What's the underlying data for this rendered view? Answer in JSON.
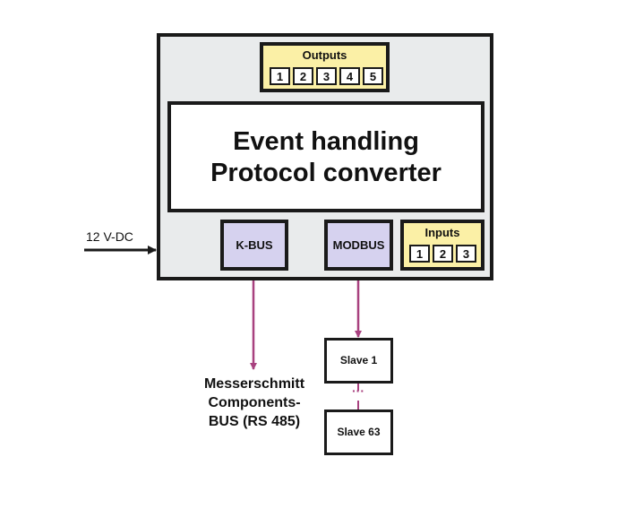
{
  "diagram": {
    "power_input": {
      "label": "12 V-DC"
    },
    "outputs": {
      "title": "Outputs",
      "channels": [
        "1",
        "2",
        "3",
        "4",
        "5"
      ]
    },
    "core": {
      "lines": [
        "Event handling",
        "Protocol converter"
      ]
    },
    "interfaces": {
      "kbus": {
        "label": "K-BUS"
      },
      "modbus": {
        "label": "MODBUS"
      }
    },
    "inputs": {
      "title": "Inputs",
      "channels": [
        "1",
        "2",
        "3"
      ]
    },
    "kbus_target": {
      "lines": [
        "Messerschmitt",
        "Components-",
        "BUS (RS 485)"
      ]
    },
    "slaves": {
      "first": "Slave 1",
      "ellipsis": "···",
      "last": "Slave 63"
    },
    "colors": {
      "io_fill": "#fbf0a6",
      "bus_fill": "#d6d2ef",
      "device_fill": "#e9ebec",
      "link": "#a8417f",
      "border": "#1a1a1a"
    }
  }
}
